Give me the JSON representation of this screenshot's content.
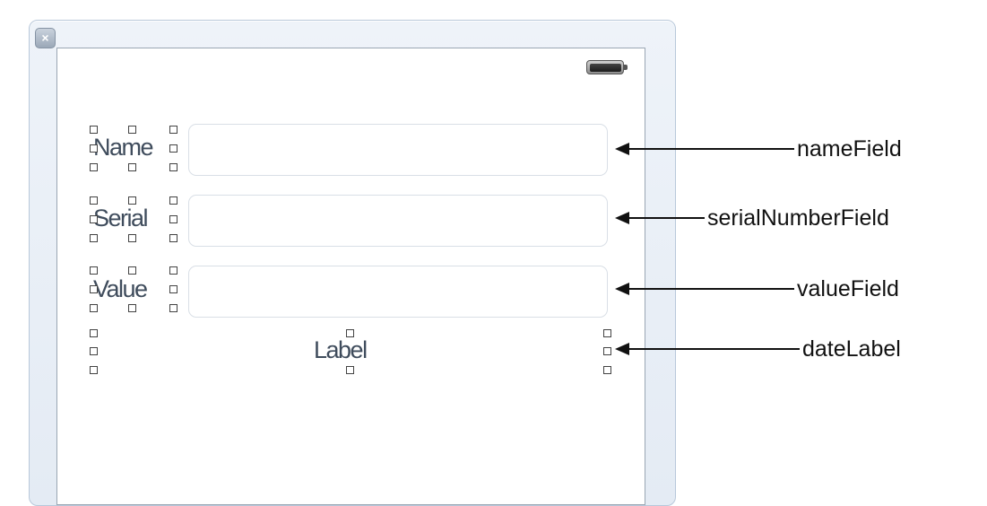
{
  "labels": {
    "name": "Name",
    "serial": "Serial",
    "value": "Value",
    "date": "Label"
  },
  "callouts": {
    "name_field": "nameField",
    "serial_number_field": "serialNumberField",
    "value_field": "valueField",
    "date_label": "dateLabel"
  },
  "icons": {
    "close": "close-icon",
    "battery": "battery-icon"
  },
  "colors": {
    "label_text": "#3f4c5c",
    "frame": "#e4ebf4",
    "handle": "#434343"
  }
}
